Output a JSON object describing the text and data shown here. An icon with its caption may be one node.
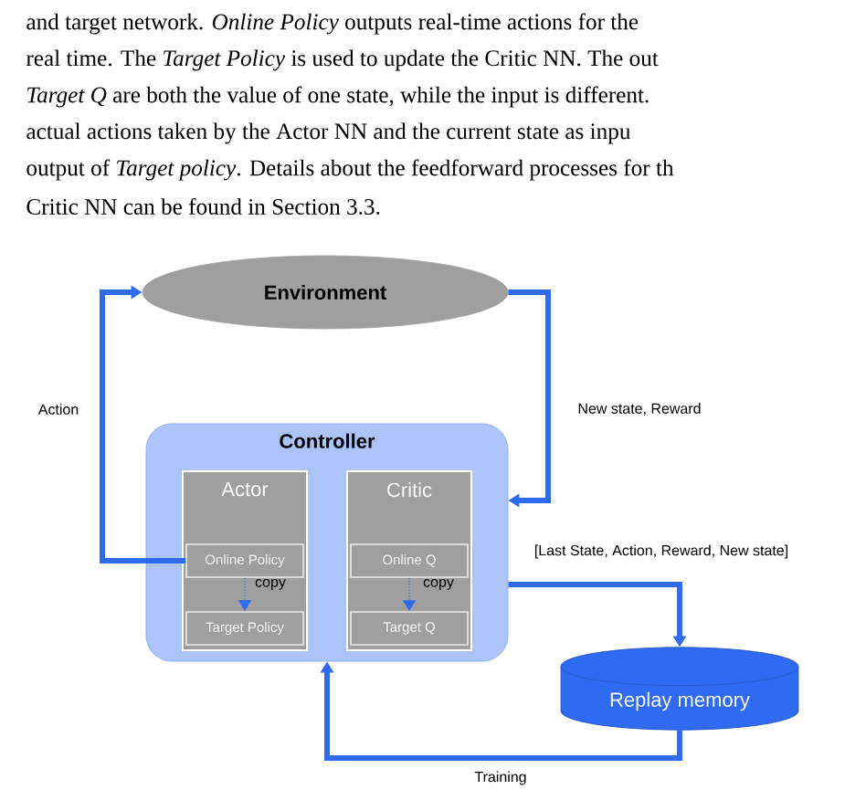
{
  "diagram": {
    "nodes": [
      {
        "text": [
          "Environment"
        ]
      },
      {
        "text": [
          "Controller"
        ]
      },
      {
        "text": [
          "Actor"
        ],
        "in": 1
      },
      {
        "text": [
          "Online Policy"
        ],
        "in": 2
      },
      {
        "text": [
          "Target Policy"
        ],
        "in": 2
      },
      {
        "text": [
          "Critic"
        ],
        "in": 1
      },
      {
        "text": [
          "Online Q"
        ],
        "in": 5
      },
      {
        "text": [
          "Target Q"
        ],
        "in": 5
      },
      {
        "text": [
          "Replay memory"
        ]
      }
    ],
    "edges": [
      {
        "from": 3,
        "to": 0,
        "arrow": "to",
        "label": "Action"
      },
      {
        "from": 0,
        "to": 1,
        "arrow": "to",
        "label": "New state, Reward"
      },
      {
        "from": 1,
        "to": 8,
        "arrow": "to",
        "label": "[Last State, Action, Reward, New state]"
      },
      {
        "from": 8,
        "to": 1,
        "arrow": "to",
        "label": "Training"
      },
      {
        "from": 3,
        "to": 4,
        "arrow": "to",
        "label": "copy",
        "style": "dashed"
      },
      {
        "from": 6,
        "to": 7,
        "arrow": "to",
        "label": "copy",
        "style": "dashed"
      }
    ],
    "labels": [
      "and target network. *Online Policy* outputs real-time actions for the",
      "real time. The *Target Policy* is used to update the Critic NN. The out",
      "*Target Q* are both the value of one state, while the input is different.",
      "actual actions taken by the Actor NN and the current state as inpu",
      "output of *Target policy*. Details about the feedforward processes for th",
      "Critic NN can be found in Section 3.3."
    ]
  }
}
